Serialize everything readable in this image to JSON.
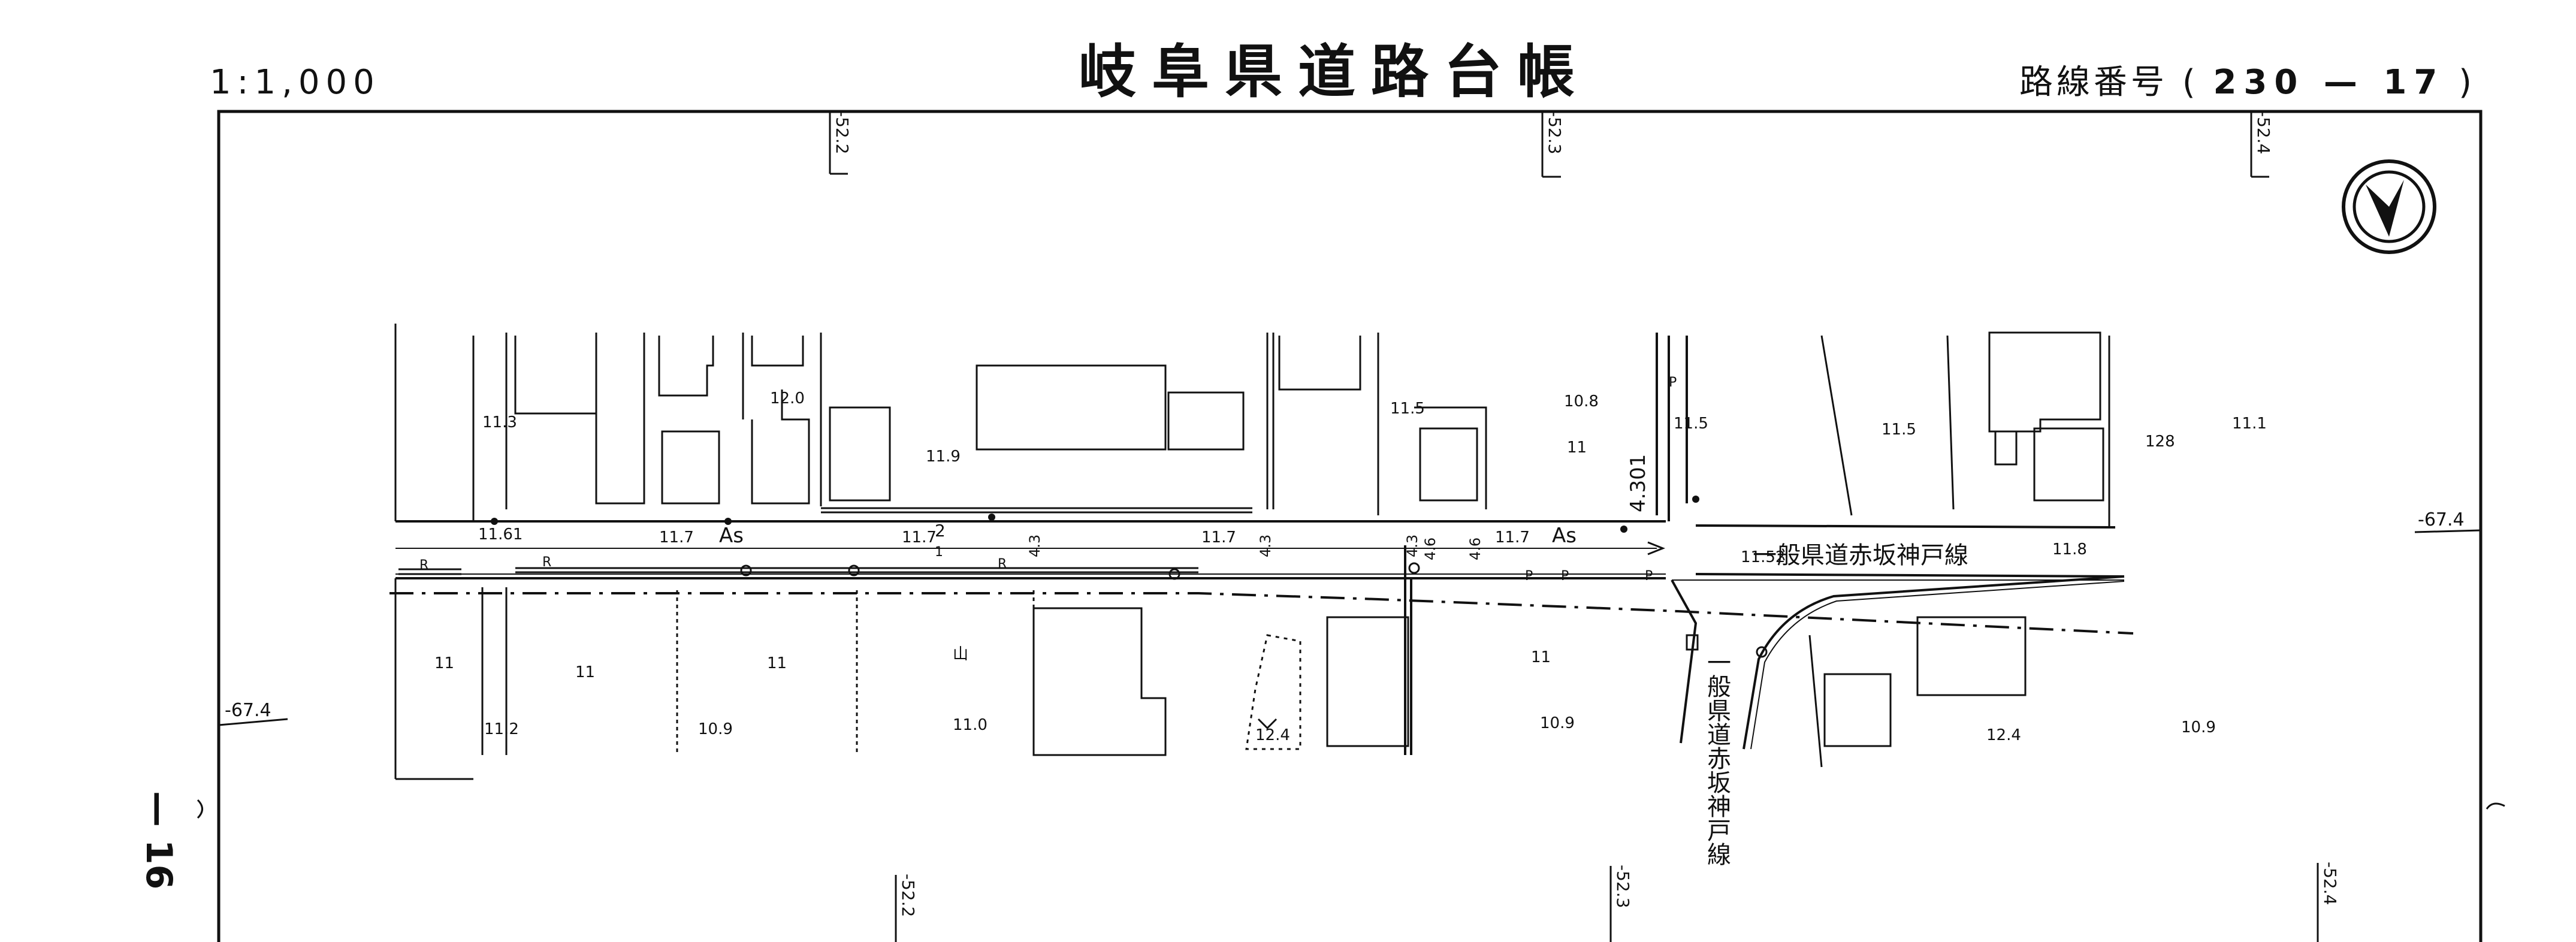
{
  "header": {
    "scale": "1:1,000",
    "title": "岐阜県道路台帳",
    "route_label": "路線番号",
    "route_number": "230 — 17"
  },
  "sidebar": {
    "sheet_number": "— 16"
  },
  "grid": {
    "top_ticks": [
      "-52.2",
      "-52.3",
      "-52.4"
    ],
    "bottom_ticks": [
      "-52.2",
      "-52.3",
      "-52.4"
    ],
    "left_tick": "-67.4",
    "right_tick": "-67.4"
  },
  "road": {
    "horizontal_name": "一般県道赤坂神戸線",
    "vertical_name": "一般県道赤坂神戸線",
    "surface_left": "As",
    "surface_right": "As",
    "width": "4.301"
  },
  "widths": {
    "w1": "11.61",
    "w2": "11.7",
    "w3": "11.7",
    "w4": "11.7",
    "w5": "11.7",
    "w6": "4.3",
    "w7": "4.3",
    "w8": "4.3",
    "w9": "4.6",
    "w10": "4.6"
  },
  "labels": {
    "r1": "R",
    "r2": "R",
    "r3": "R",
    "p1": "P",
    "p2": "P",
    "p3": "P",
    "p4": "P",
    "k2": "2",
    "k1": "1"
  },
  "elevations": {
    "e1": "11.3",
    "e2": "12.0",
    "e3": "11.9",
    "e4": "11.5",
    "e5": "10.8",
    "e6": "11",
    "e7": "11.5",
    "e8": "11.5",
    "e9": "128",
    "e10": "11.1",
    "e11": "11.52",
    "e12": "11.8",
    "e13": "11",
    "e14": "11",
    "e15": "11",
    "e16": "山",
    "e17": "11",
    "e18": "10.9",
    "e19": "11.0",
    "e20": "12.4",
    "e21": "10.9",
    "e22": "12.4",
    "e23": "10.9",
    "e24": "11.2"
  },
  "north_arrow": "north-arrow-icon"
}
